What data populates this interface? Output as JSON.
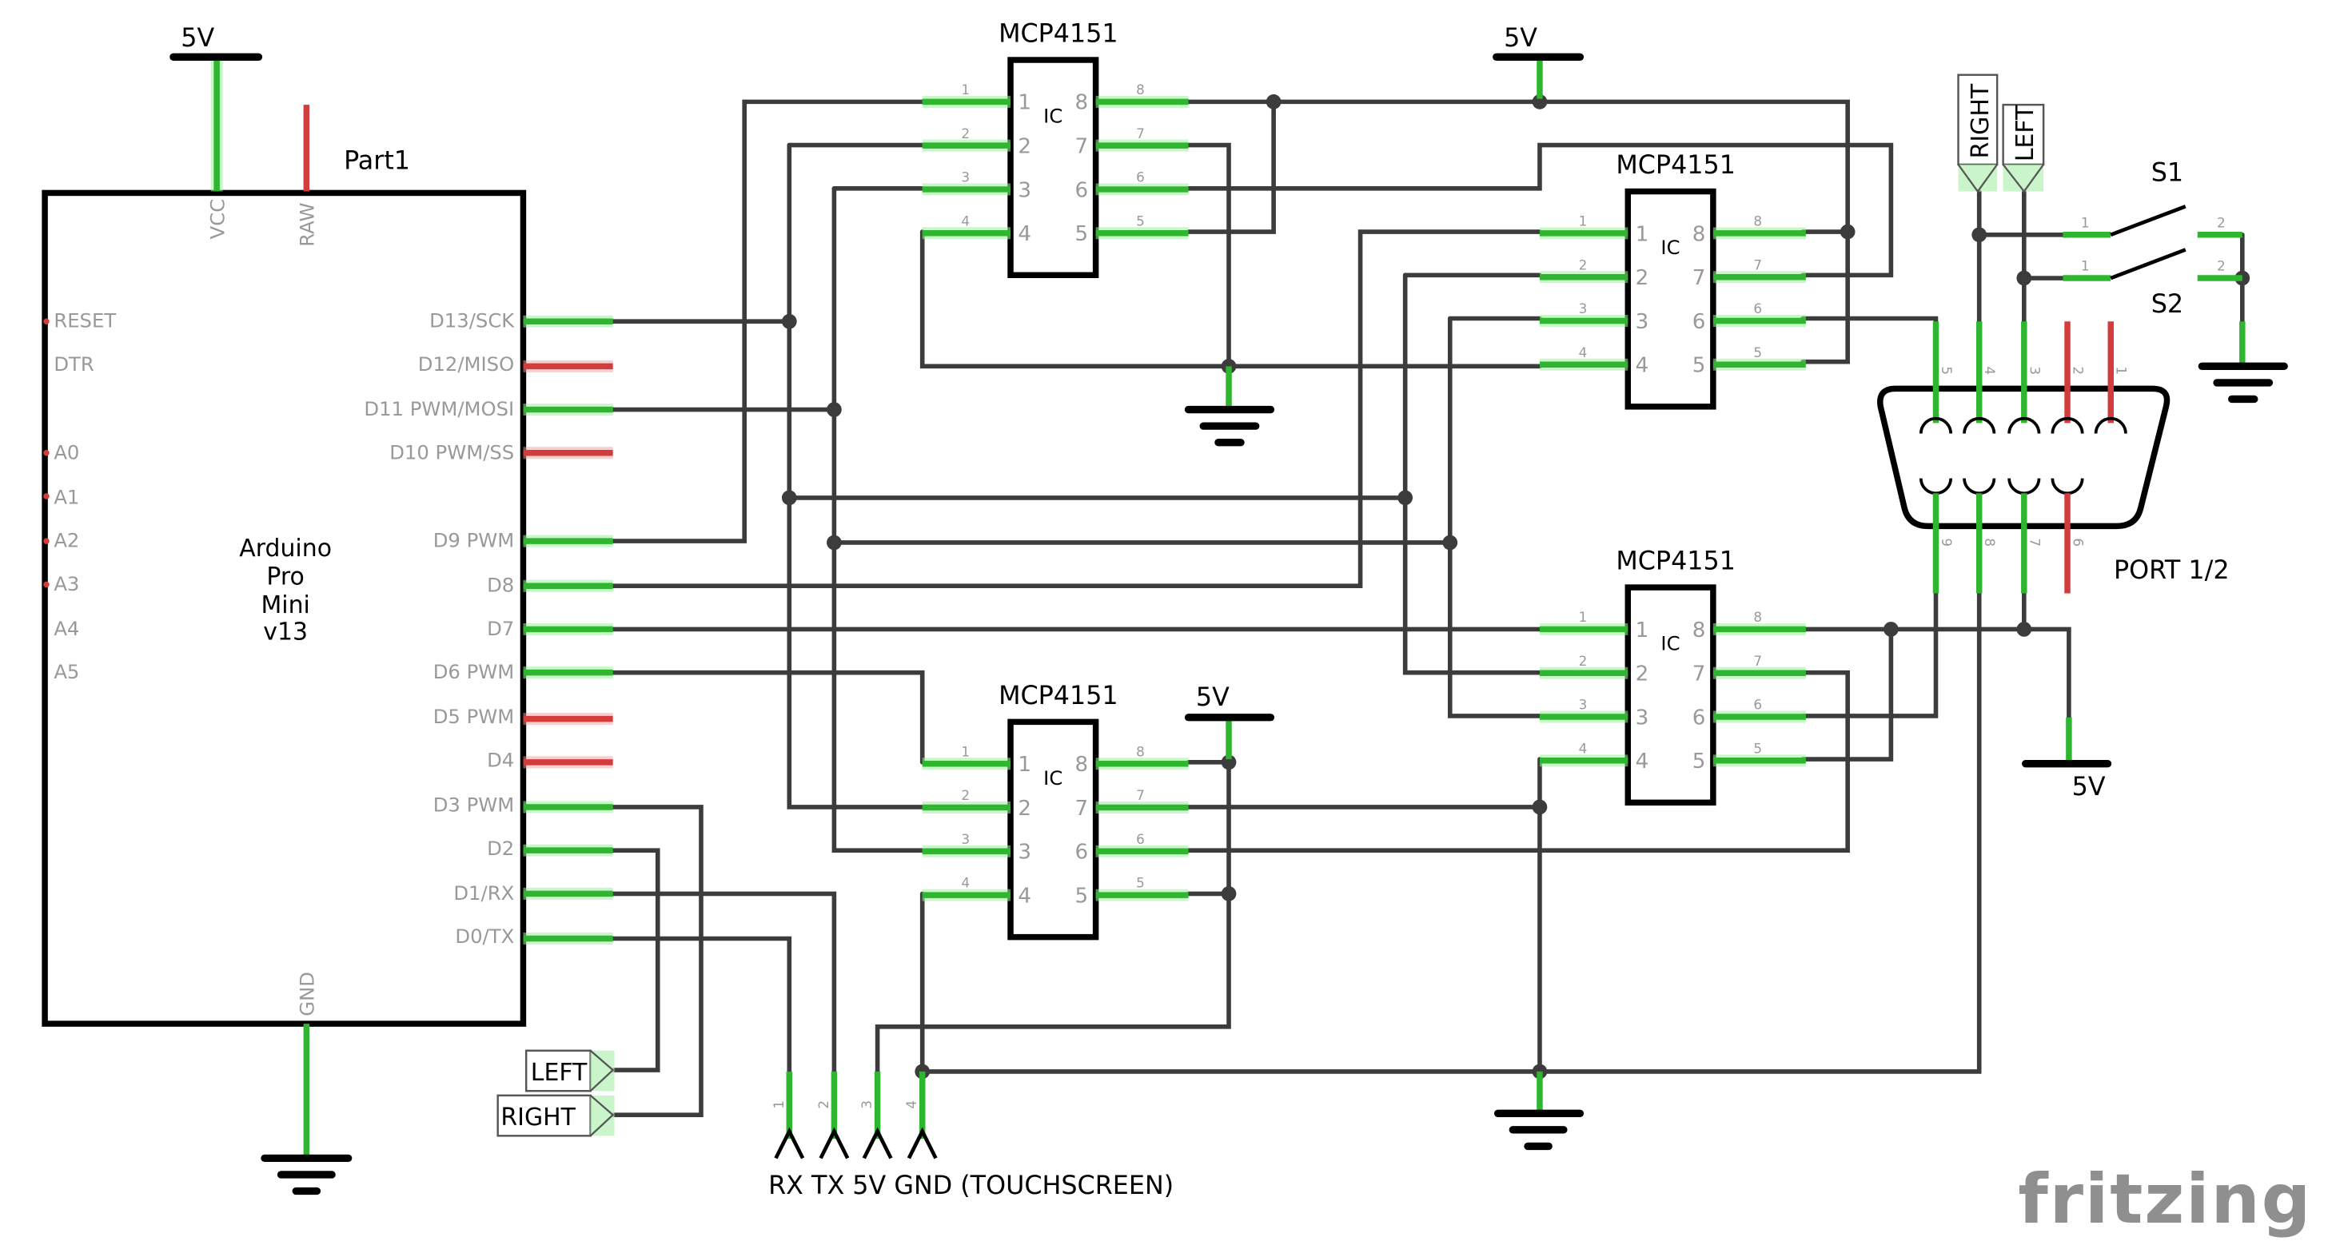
{
  "app": {
    "watermark": "fritzing"
  },
  "arduino": {
    "part_label": "Part1",
    "name_lines": [
      "Arduino",
      "Pro",
      "Mini",
      "v13"
    ],
    "top_pins": [
      "VCC",
      "RAW"
    ],
    "bottom_pin": "GND",
    "left_pins": [
      "RESET",
      "DTR",
      "A0",
      "A1",
      "A2",
      "A3",
      "A4",
      "A5"
    ],
    "right_pins": [
      "D13/SCK",
      "D12/MISO",
      "D11 PWM/MOSI",
      "D10 PWM/SS",
      "D9 PWM",
      "D8",
      "D7",
      "D6 PWM",
      "D5 PWM",
      "D4",
      "D3 PWM",
      "D2",
      "D1/RX",
      "D0/TX"
    ],
    "status_colors": {
      "connected": "#2fb52f",
      "unconnected": "#d23c3c"
    }
  },
  "ics": [
    {
      "title": "MCP4151",
      "body": "IC",
      "pins_left": [
        "1",
        "2",
        "3",
        "4"
      ],
      "pins_right": [
        "8",
        "7",
        "6",
        "5"
      ]
    },
    {
      "title": "MCP4151",
      "body": "IC",
      "pins_left": [
        "1",
        "2",
        "3",
        "4"
      ],
      "pins_right": [
        "8",
        "7",
        "6",
        "5"
      ]
    },
    {
      "title": "MCP4151",
      "body": "IC",
      "pins_left": [
        "1",
        "2",
        "3",
        "4"
      ],
      "pins_right": [
        "8",
        "7",
        "6",
        "5"
      ]
    },
    {
      "title": "MCP4151",
      "body": "IC",
      "pins_left": [
        "1",
        "2",
        "3",
        "4"
      ],
      "pins_right": [
        "8",
        "7",
        "6",
        "5"
      ]
    }
  ],
  "power": {
    "label": "5V"
  },
  "db9": {
    "label": "PORT 1/2",
    "top_pins": [
      "5",
      "4",
      "3",
      "2",
      "1"
    ],
    "bottom_pins": [
      "9",
      "8",
      "7",
      "6"
    ]
  },
  "switches": [
    {
      "label": "S1",
      "pins": [
        "1",
        "2"
      ]
    },
    {
      "label": "S2",
      "pins": [
        "1",
        "2"
      ]
    }
  ],
  "net_labels": {
    "left": "LEFT",
    "right": "RIGHT"
  },
  "touchscreen": {
    "pins": [
      "1",
      "2",
      "3",
      "4"
    ],
    "caption": "RX TX 5V GND (TOUCHSCREEN)"
  }
}
